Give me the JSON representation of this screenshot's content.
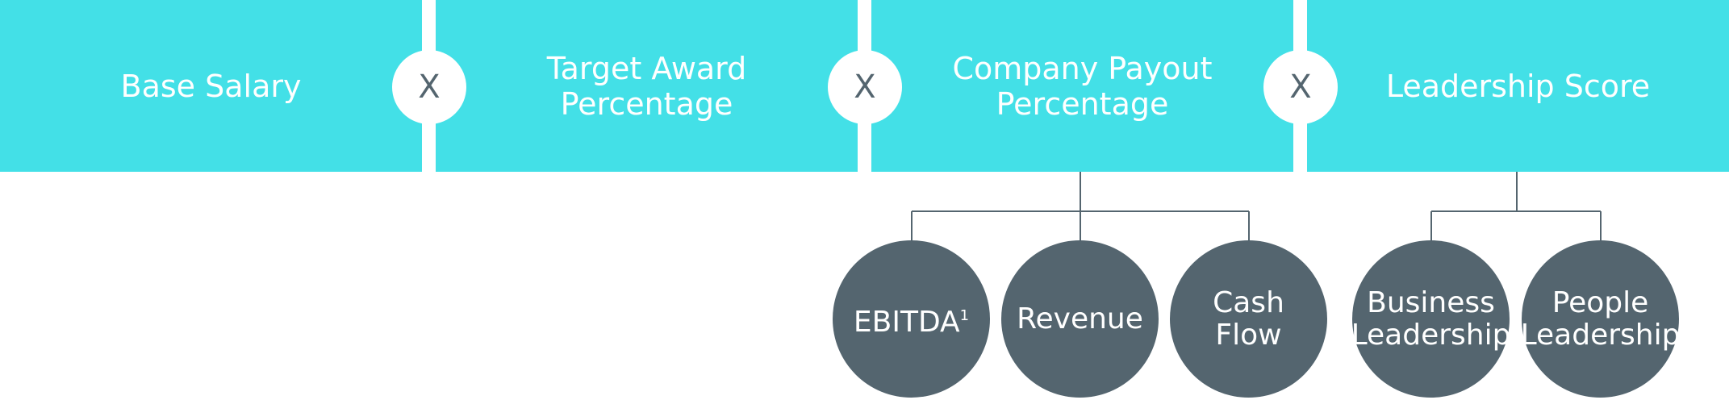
{
  "factors": [
    {
      "label": "Base Salary"
    },
    {
      "label": "Target Award\nPercentage"
    },
    {
      "label": "Company Payout\nPercentage"
    },
    {
      "label": "Leadership Score"
    }
  ],
  "operators": [
    "X",
    "X",
    "X"
  ],
  "company_components": [
    {
      "label": "EBITDA",
      "sup": "1"
    },
    {
      "label": "Revenue"
    },
    {
      "label": "Cash\nFlow"
    }
  ],
  "leadership_components": [
    {
      "label": "Business\nLeadership"
    },
    {
      "label": "People\nLeadership"
    }
  ],
  "colors": {
    "box": "#43E0E7",
    "circle": "#54656F",
    "text_on_box": "#FFFFFF"
  }
}
